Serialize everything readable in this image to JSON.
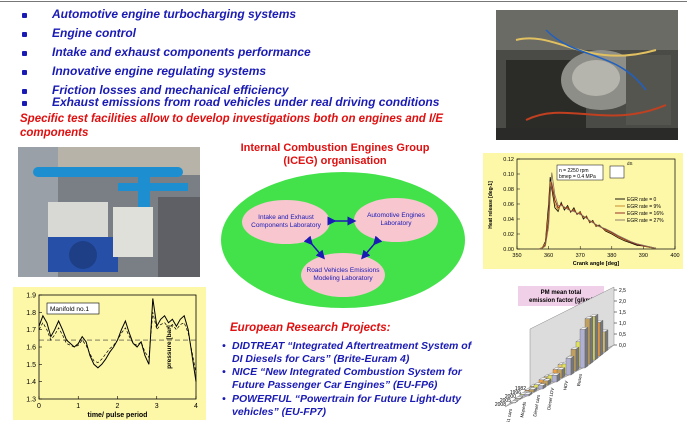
{
  "bullets": [
    "Automotive engine turbocharging systems",
    "Engine control",
    "Intake and exhaust components performance",
    "Innovative engine regulating systems",
    "Friction losses and mechanical efficiency",
    "Exhaust emissions from road vehicles under real driving conditions"
  ],
  "intro": "Specific test facilities allow to develop investigations both on engines and I/E components",
  "org": {
    "title": "Internal Combustion Engines Group (ICEG) organisation",
    "labs": {
      "intake": "Intake and Exhaust Components Laboratory",
      "engines": "Automotive Engines Laboratory",
      "emissions": "Road Vehicles Emissions Modeling Laboratory"
    }
  },
  "eu": {
    "title": "European Research Projects:",
    "projects": [
      "DIDTREAT “Integrated Aftertreatment System of DI Diesels for Cars”  (Brite-Euram 4)",
      "NICE “New Integrated Combustion System for Future Passenger Car Engines” (EU-FP6)",
      "POWERFUL “Powertrain for Future Light-duty vehicles” (EU-FP7)"
    ],
    "bullet_glyph": "•"
  },
  "colors": {
    "blue_text": "#1a1ab4",
    "red_text": "#e01010",
    "chart_bg": "#fdf7a8",
    "ellipse": "#43e24b",
    "lab_fill": "#f7c6cf"
  },
  "chart_data": [
    {
      "type": "line",
      "annotation": "Manifold no.1",
      "xlabel": "time/ pulse period",
      "ylabel": "pressure [bar]",
      "xlim": [
        0,
        4
      ],
      "ylim": [
        1.3,
        1.9
      ],
      "xticks": [
        "0",
        "1",
        "2",
        "3",
        "4"
      ],
      "yticks": [
        "1.3",
        "1.4",
        "1.5",
        "1.6",
        "1.7",
        "1.8",
        "1.9"
      ],
      "series": [
        {
          "style": "solid",
          "x": [
            0,
            0.1,
            0.2,
            0.3,
            0.4,
            0.5,
            0.6,
            0.7,
            0.8,
            0.9,
            1.0,
            1.1,
            1.2,
            1.3,
            1.4,
            1.5,
            1.6,
            1.7,
            1.8,
            1.9,
            2.0,
            2.1,
            2.2,
            2.3,
            2.4,
            2.5,
            2.6,
            2.7,
            2.8,
            2.9,
            3.0,
            3.1,
            3.2,
            3.3,
            3.4,
            3.5,
            3.6,
            3.7,
            3.8,
            3.9,
            4.0
          ],
          "y": [
            1.72,
            1.78,
            1.74,
            1.66,
            1.7,
            1.75,
            1.7,
            1.64,
            1.62,
            1.6,
            1.62,
            1.66,
            1.63,
            1.55,
            1.5,
            1.48,
            1.5,
            1.53,
            1.57,
            1.6,
            1.64,
            1.7,
            1.75,
            1.68,
            1.62,
            1.6,
            1.63,
            1.55,
            1.5,
            1.88,
            1.72,
            1.76,
            1.78,
            1.74,
            1.76,
            1.72,
            1.76,
            1.78,
            1.7,
            1.55,
            1.4
          ]
        },
        {
          "style": "dashed",
          "x": [
            0,
            0.1,
            0.2,
            0.3,
            0.4,
            0.5,
            0.6,
            0.7,
            0.8,
            0.9,
            1.0,
            1.1,
            1.2,
            1.3,
            1.4,
            1.5,
            1.6,
            1.7,
            1.8,
            1.9,
            2.0,
            2.1,
            2.2,
            2.3,
            2.4,
            2.5,
            2.6,
            2.7,
            2.8,
            2.9,
            3.0,
            3.1,
            3.2,
            3.3,
            3.4,
            3.5,
            3.6,
            3.7,
            3.8,
            3.9,
            4.0
          ],
          "y": [
            1.7,
            1.74,
            1.7,
            1.64,
            1.67,
            1.71,
            1.67,
            1.62,
            1.61,
            1.6,
            1.61,
            1.64,
            1.61,
            1.56,
            1.52,
            1.51,
            1.53,
            1.56,
            1.59,
            1.61,
            1.64,
            1.68,
            1.71,
            1.66,
            1.62,
            1.61,
            1.63,
            1.57,
            1.54,
            1.8,
            1.7,
            1.73,
            1.74,
            1.71,
            1.73,
            1.7,
            1.73,
            1.74,
            1.68,
            1.57,
            1.45
          ]
        }
      ],
      "reference_line": 1.64
    },
    {
      "type": "line",
      "annotation": [
        "n = 2250 rpm",
        "bmep = 0.4 MPa"
      ],
      "xlabel": "Crank angle [deg]",
      "ylabel": "Heat release [deg-1]",
      "xlim": [
        350,
        400
      ],
      "ylim": [
        0,
        0.12
      ],
      "xticks": [
        "350",
        "360",
        "370",
        "380",
        "390",
        "400"
      ],
      "yticks": [
        "0.00",
        "0.02",
        "0.04",
        "0.06",
        "0.08",
        "0.10",
        "0.12"
      ],
      "series": [
        {
          "name": "EGR rate = 0",
          "color": "#000000",
          "x": [
            357,
            358,
            359,
            360,
            360.5,
            361,
            362,
            363,
            364,
            365,
            366,
            367,
            368,
            369,
            370,
            371,
            372,
            373,
            374,
            375,
            376,
            378,
            380,
            382,
            384,
            386,
            388,
            390,
            392,
            394
          ],
          "y": [
            0,
            0.002,
            0.01,
            0.06,
            0.096,
            0.08,
            0.055,
            0.05,
            0.062,
            0.052,
            0.058,
            0.049,
            0.055,
            0.046,
            0.05,
            0.04,
            0.044,
            0.035,
            0.038,
            0.03,
            0.032,
            0.024,
            0.02,
            0.015,
            0.011,
            0.008,
            0.005,
            0.004,
            0.002,
            0.001
          ]
        },
        {
          "name": "EGR rate = 9%",
          "color": "#c08020",
          "x": [
            357,
            358,
            359,
            360,
            360.5,
            361,
            362,
            363,
            364,
            365,
            366,
            367,
            368,
            369,
            370,
            371,
            372,
            373,
            374,
            375,
            376,
            378,
            380,
            382,
            384,
            386,
            388,
            390,
            392,
            394
          ],
          "y": [
            0,
            0.002,
            0.008,
            0.05,
            0.09,
            0.085,
            0.06,
            0.052,
            0.06,
            0.054,
            0.056,
            0.05,
            0.053,
            0.047,
            0.049,
            0.042,
            0.043,
            0.036,
            0.037,
            0.031,
            0.031,
            0.025,
            0.021,
            0.016,
            0.012,
            0.009,
            0.006,
            0.004,
            0.002,
            0.001
          ]
        },
        {
          "name": "EGR rate = 16%",
          "color": "#8b1a1a",
          "x": [
            357,
            358,
            359,
            360,
            360.5,
            361,
            362,
            363,
            364,
            365,
            366,
            367,
            368,
            369,
            370,
            371,
            372,
            373,
            374,
            375,
            376,
            378,
            380,
            382,
            384,
            386,
            388,
            390,
            392,
            394
          ],
          "y": [
            0,
            0.001,
            0.006,
            0.04,
            0.082,
            0.088,
            0.065,
            0.055,
            0.06,
            0.055,
            0.055,
            0.05,
            0.052,
            0.047,
            0.048,
            0.043,
            0.042,
            0.037,
            0.036,
            0.032,
            0.03,
            0.026,
            0.022,
            0.017,
            0.013,
            0.009,
            0.006,
            0.004,
            0.003,
            0.001
          ]
        },
        {
          "name": "EGR rate = 27%",
          "color": "#807060",
          "x": [
            357,
            358,
            359,
            360,
            360.5,
            361,
            362,
            363,
            364,
            365,
            366,
            367,
            368,
            369,
            370,
            371,
            372,
            373,
            374,
            375,
            376,
            378,
            380,
            382,
            384,
            386,
            388,
            390,
            392,
            394
          ],
          "y": [
            0,
            0.001,
            0.004,
            0.03,
            0.07,
            0.102,
            0.072,
            0.058,
            0.058,
            0.056,
            0.053,
            0.051,
            0.05,
            0.048,
            0.046,
            0.044,
            0.041,
            0.038,
            0.035,
            0.033,
            0.03,
            0.027,
            0.023,
            0.018,
            0.014,
            0.01,
            0.007,
            0.005,
            0.003,
            0.001
          ]
        }
      ],
      "legend": "right",
      "inset_label": "dS"
    },
    {
      "type": "bar3d",
      "title": "PM mean total emission factor [g/km]",
      "categories": [
        "S1 cars",
        "Mopeds",
        "Diesel cars",
        "Diesel LDV",
        "HDV",
        "Buses"
      ],
      "series_names": [
        "1982",
        "1996",
        "2000",
        "2005",
        "2008"
      ],
      "zticks": [
        "0,0",
        "0,5",
        "1,0",
        "1,5",
        "2,0",
        "2,5"
      ],
      "series_colors": [
        "#e8c870",
        "#f0a040",
        "#e0e060",
        "#c0a060",
        "#b0b0d0"
      ],
      "values": [
        [
          0.05,
          0.2,
          0.5,
          0.8,
          1.1,
          1.2
        ],
        [
          0.05,
          0.25,
          0.45,
          0.75,
          1.6,
          2.0
        ],
        [
          0.04,
          0.2,
          0.35,
          0.6,
          1.5,
          2.6
        ],
        [
          0.03,
          0.15,
          0.25,
          0.5,
          1.3,
          2.7
        ],
        [
          0.02,
          0.1,
          0.2,
          0.4,
          1.0,
          2.3
        ]
      ]
    }
  ]
}
